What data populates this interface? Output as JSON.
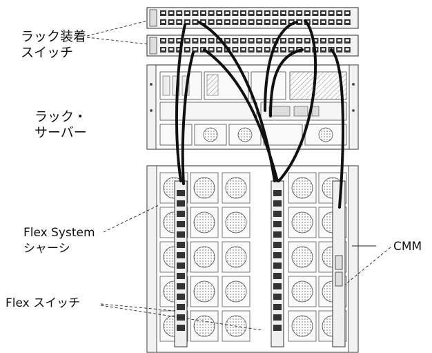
{
  "labels": {
    "rack_switch_line1": "ラック装着",
    "rack_switch_line2": "スイッチ",
    "rack_server_line1": "ラック・",
    "rack_server_line2": "サーバー",
    "flex_chassis_line1": "Flex System",
    "flex_chassis_line2": "シャーシ",
    "flex_switch": "Flex スイッチ",
    "cmm": "CMM"
  },
  "colors": {
    "outline": "#2a2a2a",
    "cable": "#111111",
    "panel": "#f4f4f4",
    "port": "#333333"
  }
}
